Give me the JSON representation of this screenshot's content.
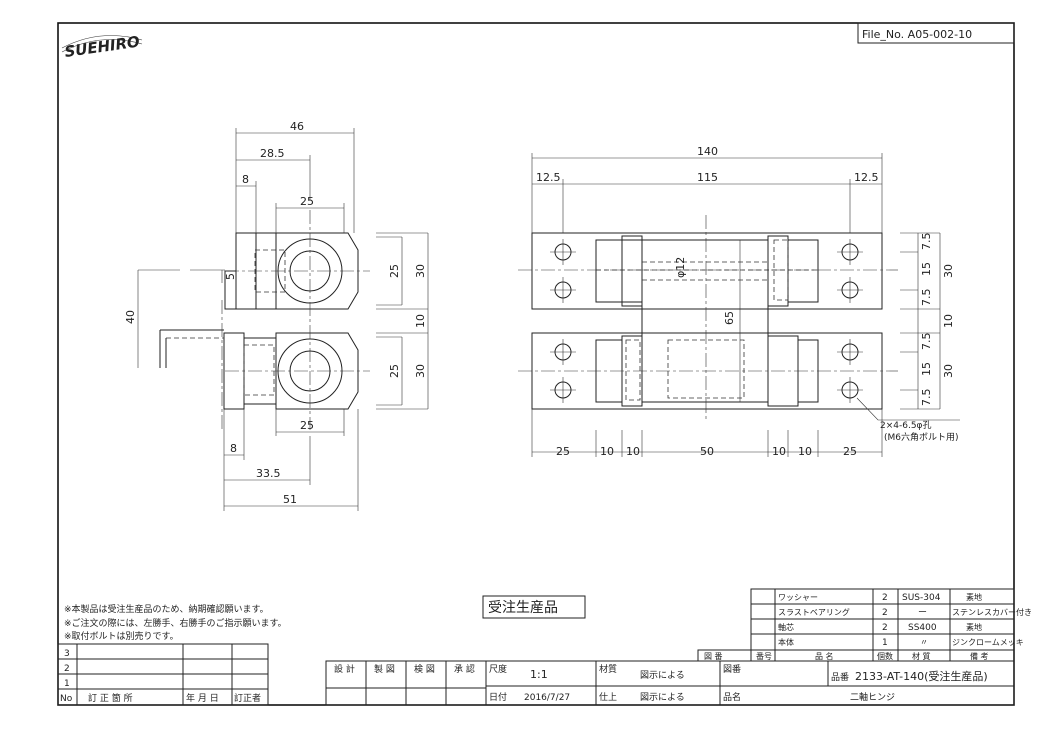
{
  "logo_text": "SUEHIRO",
  "file_no": "File_No. A05-002-10",
  "side_view": {
    "dims": {
      "d46": "46",
      "d28_5": "28.5",
      "d8_top": "8",
      "d25_top": "25",
      "d5": "5",
      "d40": "40",
      "d25_r1": "25",
      "d25_r2": "25",
      "d30_r1": "30",
      "d10_r": "10",
      "d30_r2": "30",
      "d25_bottom": "25",
      "d8_bottom": "8",
      "d33_5": "33.5",
      "d51": "51"
    }
  },
  "front_view": {
    "dims": {
      "d140": "140",
      "d12_5_l": "12.5",
      "d115": "115",
      "d12_5_r": "12.5",
      "phi12": "φ12",
      "d65": "65",
      "d7_5_a": "7.5",
      "d15_a": "15",
      "d7_5_b": "7.5",
      "d7_5_c": "7.5",
      "d15_b": "15",
      "d7_5_d": "7.5",
      "d30_u": "30",
      "d10_m": "10",
      "d30_l": "30",
      "b25_1": "25",
      "b10_1": "10",
      "b10_2": "10",
      "b50": "50",
      "b10_3": "10",
      "b10_4": "10",
      "b25_2": "25"
    },
    "hole_note": "2×4-6.5φ孔",
    "hole_note_sub": "(M6六角ボルト用)"
  },
  "notes": [
    "※本製品は受注生産品のため、納期確認願います。",
    "※ご注文の際には、左勝手、右勝手のご指示願います。",
    "※取付ボルトは別売りです。"
  ],
  "stamp": "受注生産品",
  "revision": {
    "rows": [
      "3",
      "2",
      "1"
    ],
    "headers": [
      "No",
      "訂 正 箇 所",
      "年 月 日",
      "訂正者"
    ]
  },
  "title_block": {
    "design": "設 計",
    "drafted": "製 図",
    "checked": "検 図",
    "approved": "承 認",
    "scale_label": "尺度",
    "scale": "1:1",
    "material_label": "材質",
    "material": "図示による",
    "drawing_label": "図番",
    "part_no_label": "品番",
    "part_no": "2133-AT-140(受注生産品)",
    "date_label": "日付",
    "date": "2016/7/27",
    "finish_label": "仕上",
    "finish": "図示による",
    "name_label": "品名",
    "name": "二軸ヒンジ"
  },
  "parts": {
    "headers": [
      "図 番",
      "番号",
      "品 名",
      "個数",
      "材 質",
      "備 考"
    ],
    "rows": [
      {
        "name": "ワッシャー",
        "qty": "2",
        "material": "SUS-304",
        "note": "素地"
      },
      {
        "name": "スラストベアリング",
        "qty": "2",
        "material": "ー",
        "note": "ステンレスカバー付き"
      },
      {
        "name": "軸芯",
        "qty": "2",
        "material": "SS400",
        "note": "素地"
      },
      {
        "name": "本体",
        "qty": "1",
        "material": "〃",
        "note": "ジンクロームメッキ"
      }
    ]
  }
}
